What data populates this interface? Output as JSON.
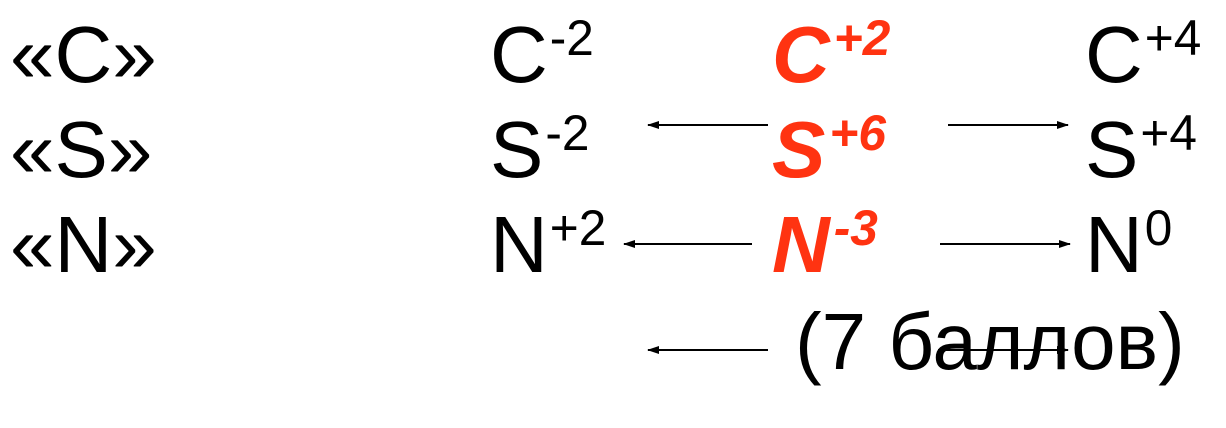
{
  "rows": [
    {
      "label": "«C»",
      "left": {
        "symbol": "C",
        "charge": "-2"
      },
      "center": {
        "symbol": "C",
        "charge": "+2"
      },
      "right": {
        "symbol": "C",
        "charge": "+4"
      }
    },
    {
      "label": "«S»",
      "left": {
        "symbol": "S",
        "charge": "-2"
      },
      "center": {
        "symbol": "S",
        "charge": "+6"
      },
      "right": {
        "symbol": "S",
        "charge": "+4"
      }
    },
    {
      "label": "«N»",
      "left": {
        "symbol": "N",
        "charge": "+2"
      },
      "center": {
        "symbol": "N",
        "charge": "-3"
      },
      "right": {
        "symbol": "N",
        "charge": "0"
      }
    }
  ],
  "footer": "(7 баллов)",
  "colors": {
    "highlight": "#ff3311",
    "text": "#000000",
    "arrow": "#000000"
  }
}
